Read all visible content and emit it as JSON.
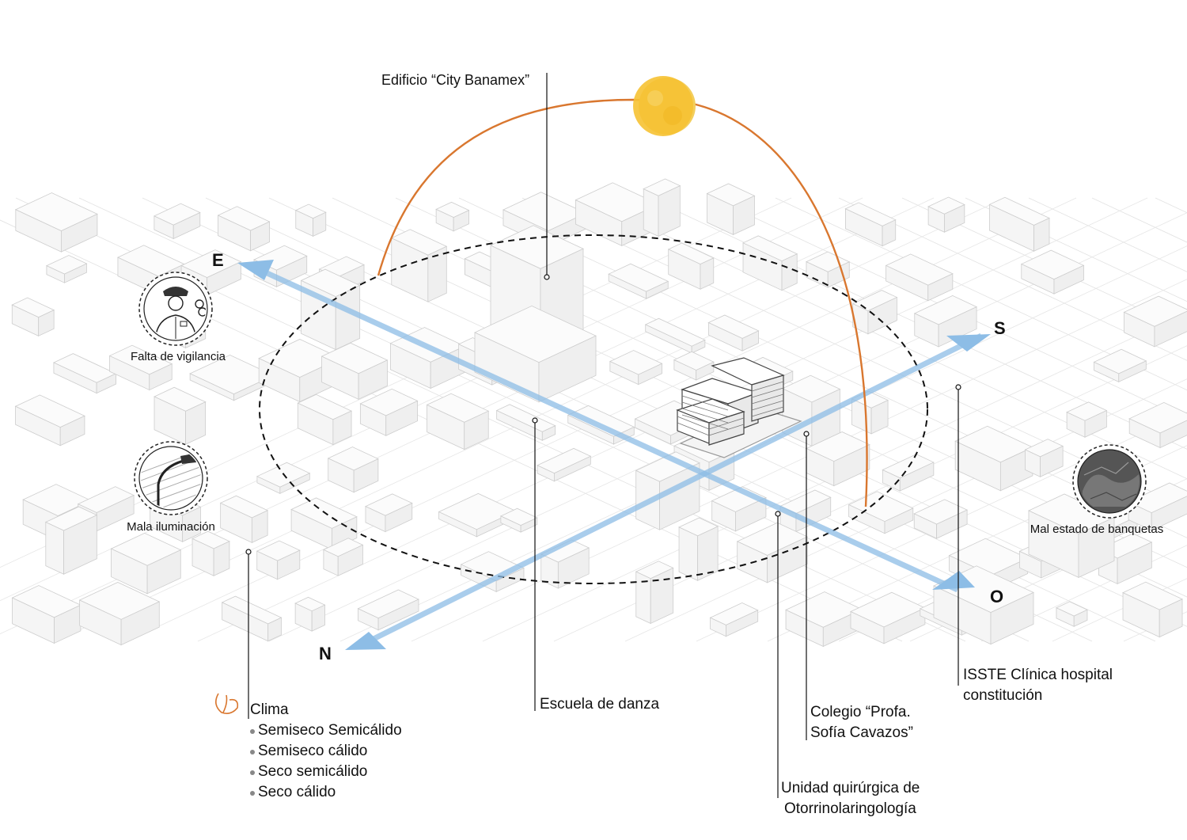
{
  "compass": {
    "east": "E",
    "south": "S",
    "west": "O",
    "north": "N"
  },
  "issues": {
    "vigilancia": "Falta de vigilancia",
    "iluminacion": "Mala iluminación",
    "banquetas": "Mal estado de banquetas"
  },
  "landmarks": {
    "city_banamex": "Edificio “City Banamex”",
    "escuela_danza": "Escuela de danza",
    "colegio_line1": "Colegio “Profa.",
    "colegio_line2": "Sofía Cavazos”",
    "issste_line1": "ISSTE Clínica hospital",
    "issste_line2": "constitución",
    "unidad_line1": "Unidad quirúrgica de",
    "unidad_line2": "Otorrinolaringología"
  },
  "clima": {
    "title": "Clima",
    "items": [
      "Semiseco Semicálido",
      "Semiseco cálido",
      "Seco semicálido",
      "Seco cálido"
    ]
  },
  "colors": {
    "axis_blue": "#8dbde6",
    "sun_path": "#d9772f",
    "sun": "#f6c233",
    "leader": "#111111",
    "city_lines": "#cfcfcf"
  },
  "icons": [
    "police-icon",
    "street-lamp-icon",
    "sidewalk-icon",
    "sun-icon",
    "leaf-icon"
  ]
}
